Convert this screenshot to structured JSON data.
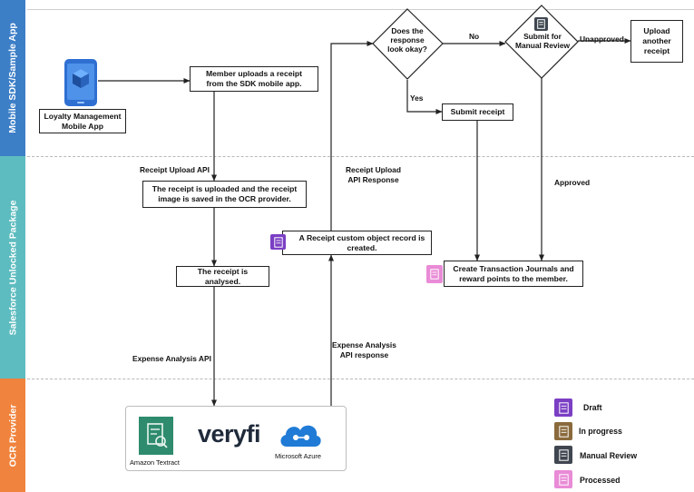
{
  "lanes": {
    "mobile": {
      "label": "Mobile SDK/Sample App",
      "color": "#3d7fc7"
    },
    "salesforce": {
      "label": "Salesforce Unlocked Package",
      "color": "#5dbcbf"
    },
    "ocr": {
      "label": "OCR Provider",
      "color": "#f0833d"
    }
  },
  "nodes": {
    "app_label": "Loyalty Management\nMobile App",
    "member_uploads": "Member uploads a receipt\nfrom the SDK mobile app.",
    "receipt_uploaded": "The receipt is uploaded and the receipt\nimage is saved in the OCR provider.",
    "receipt_analysed": "The receipt is analysed.",
    "record_created": "A Receipt custom object record is\ncreated.",
    "submit_receipt": "Submit receipt",
    "create_journals": "Create Transaction Journals and\nreward points to the member.",
    "upload_another": "Upload\nanother\nreceipt",
    "decision_response": "Does the\nresponse\nlook okay?",
    "decision_manual": "Submit for\nManual Review"
  },
  "edge_labels": {
    "receipt_upload_api": "Receipt Upload API",
    "receipt_upload_api_response": "Receipt Upload\nAPI Response",
    "expense_analysis_api": "Expense Analysis API",
    "expense_analysis_api_response": "Expense Analysis\nAPI response",
    "no": "No",
    "yes": "Yes",
    "unapproved": "Unapproved",
    "approved": "Approved"
  },
  "providers": {
    "amazon": "Amazon Textract",
    "veryfi": "veryfi",
    "azure": "Microsoft Azure"
  },
  "legend": [
    {
      "label": "Draft",
      "color": "#7b3fc4",
      "icon": "receipt-icon"
    },
    {
      "label": "In progress",
      "color": "#8a6a3c",
      "icon": "receipt-icon"
    },
    {
      "label": "Manual Review",
      "color": "#3f4650",
      "icon": "receipt-icon"
    },
    {
      "label": "Processed",
      "color": "#e98bd6",
      "icon": "receipt-icon"
    }
  ],
  "colors": {
    "amazon": "#2e8b6e",
    "azure": "#1f7bd6",
    "phone": "#2f6fd1"
  }
}
